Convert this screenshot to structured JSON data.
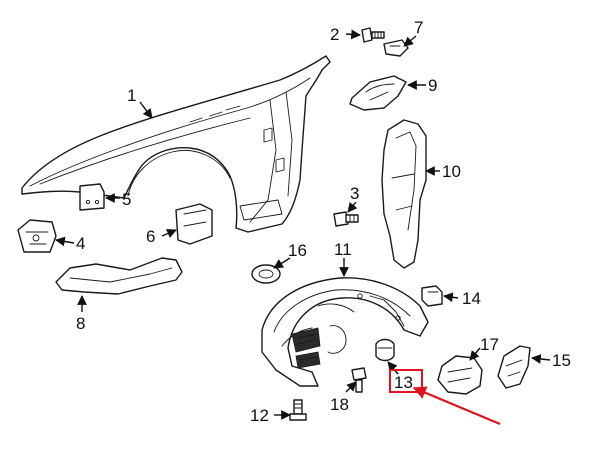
{
  "callouts": [
    {
      "id": "1",
      "label": "1"
    },
    {
      "id": "2",
      "label": "2"
    },
    {
      "id": "3",
      "label": "3"
    },
    {
      "id": "4",
      "label": "4"
    },
    {
      "id": "5",
      "label": "5"
    },
    {
      "id": "6",
      "label": "6"
    },
    {
      "id": "7",
      "label": "7"
    },
    {
      "id": "8",
      "label": "8"
    },
    {
      "id": "9",
      "label": "9"
    },
    {
      "id": "10",
      "label": "10"
    },
    {
      "id": "11",
      "label": "11"
    },
    {
      "id": "12",
      "label": "12"
    },
    {
      "id": "13",
      "label": "13"
    },
    {
      "id": "14",
      "label": "14"
    },
    {
      "id": "15",
      "label": "15"
    },
    {
      "id": "16",
      "label": "16"
    },
    {
      "id": "17",
      "label": "17"
    },
    {
      "id": "18",
      "label": "18"
    }
  ],
  "highlight": {
    "target": "13",
    "box_color": "#e0141e",
    "arrow_color": "#e0141e"
  },
  "colors": {
    "line": "#1a1a1a",
    "background": "#ffffff"
  }
}
